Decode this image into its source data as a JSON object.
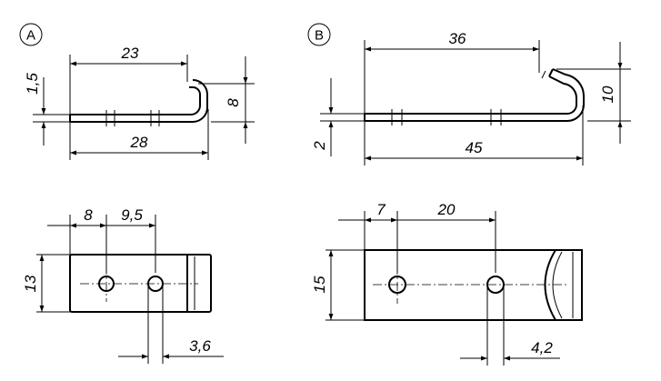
{
  "variants": {
    "A": {
      "label": "A",
      "side_view": {
        "dim_length_hook": "23",
        "dim_overall_length": "28",
        "dim_thickness": "1,5",
        "dim_height": "8"
      },
      "top_view": {
        "dim_hole_1": "8",
        "dim_hole_pitch": "9,5",
        "dim_width": "13",
        "dim_hole_dia": "3,6"
      }
    },
    "B": {
      "label": "B",
      "side_view": {
        "dim_length_hook": "36",
        "dim_overall_length": "45",
        "dim_thickness": "2",
        "dim_height": "10"
      },
      "top_view": {
        "dim_hole_1": "7",
        "dim_hole_pitch": "20",
        "dim_width": "15",
        "dim_hole_dia": "4,2"
      }
    }
  }
}
